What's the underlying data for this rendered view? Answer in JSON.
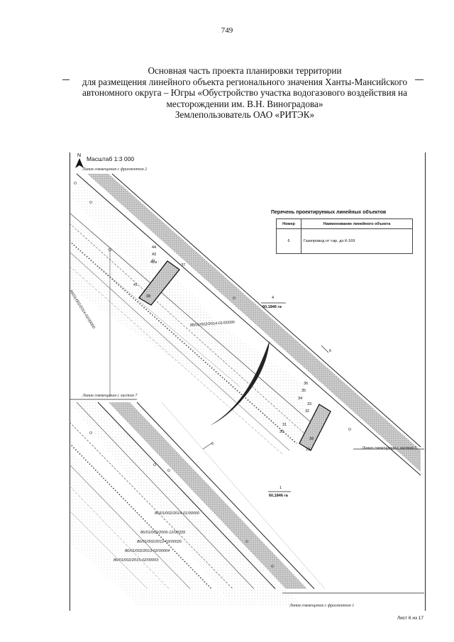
{
  "page_number": "749",
  "title": {
    "lines": [
      "Основная часть проекта планировки территории",
      "для размещения линейного объекта регионального значения Ханты-Мансийского",
      "автономного округа – Югры «Обустройство участка водогазового воздействия на",
      "месторождении им. В.Н. Виноградова»",
      "Землепользователь ОАО «РИТЭК»"
    ]
  },
  "map": {
    "north_label": "N",
    "scale": "Масштаб 1:3 000",
    "match_lines": {
      "fragment_2": "Линия совмещения с фрагментом 2",
      "sheet_7": "Линия совмещения с листом 7",
      "sheet_5": "Линия совмещения с листом 5",
      "fragment_1": "Линия совмещения с фрагментом 1"
    },
    "cadastral_labels": [
      "86/01/002/2014-01/00000",
      "86/01/002/2014-01/00000",
      "86/01/002/2014-01/00000",
      "86/01/002/2009-12/00339",
      "86/01/002/2012-03/00026",
      "86/01/002/2013-02/00004",
      "86/01/002/2015-02/00003"
    ],
    "point_labels_top": [
      "44",
      "43",
      "42a",
      "41",
      "38",
      "37"
    ],
    "point_labels_mid": [
      "36",
      "35",
      "34",
      "33",
      "32",
      "31",
      "30",
      "29",
      "28"
    ],
    "object_markers": [
      "6",
      "6"
    ],
    "area_labels": [
      {
        "number": "4",
        "value": "60,1846 га"
      },
      {
        "number": "1",
        "value": "60,1846 га"
      }
    ]
  },
  "objects_table": {
    "title": "Перечень проектируемых линейных объектов",
    "headers": [
      "Номер",
      "Наименование линейного объекта"
    ],
    "rows": [
      {
        "number": "6",
        "name": "Газопровод от т.вр. до К-169"
      }
    ]
  },
  "sheet_label": "Лист 6 из 17"
}
